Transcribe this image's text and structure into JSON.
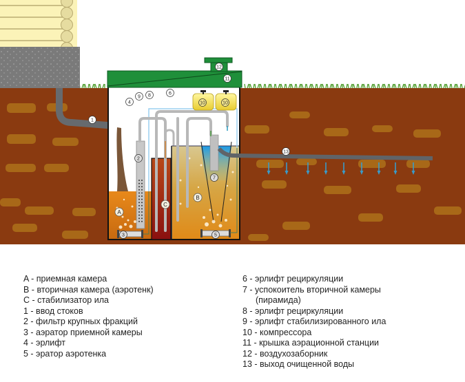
{
  "diagram": {
    "title": "Схема аэрационной станции (септика)",
    "chambers": {
      "A": "A",
      "B": "B",
      "C": "C"
    },
    "markers": [
      "1",
      "2",
      "3",
      "4",
      "5",
      "6",
      "7",
      "8",
      "9",
      "10",
      "11",
      "12",
      "13"
    ],
    "colors": {
      "soil": "#8a3a10",
      "soil_spot": "#a86818",
      "grass": "#5aa33a",
      "lid": "#1f8f3a",
      "house_wall": "#fbf3b8",
      "foundation": "#7a7a7a",
      "chamber_a": "#e8891a",
      "chamber_b": "#d9a040",
      "chamber_c": "#9a2018",
      "water_blue": "#2a9fe0",
      "pipe": "#b8b8b8",
      "outlet_pipe": "#606468",
      "compressor": "#f5e05a",
      "drip": "#3a9ac8"
    }
  },
  "legend": {
    "left": [
      "A - приемная камера",
      "B - вторичная камера (аэротенк)",
      "C - стабилизатор ила",
      "1 - ввод стоков",
      "2 - фильтр крупных фракций",
      "3 - аэратор приемной камеры",
      "4 - эрлифт",
      "5 - эратор аэротенка"
    ],
    "right": [
      "6 - эрлифт рециркуляции",
      "7 - успокоитель вторичной камеры",
      "(пирамида)",
      "8 - эрлифт рециркуляции",
      "9 - эрлифт стабилизированного ила",
      "10 - компрессора",
      "11 - крышка аэрационной станции",
      "12 - воздухозаборник",
      "13 - выход очищенной воды"
    ]
  }
}
